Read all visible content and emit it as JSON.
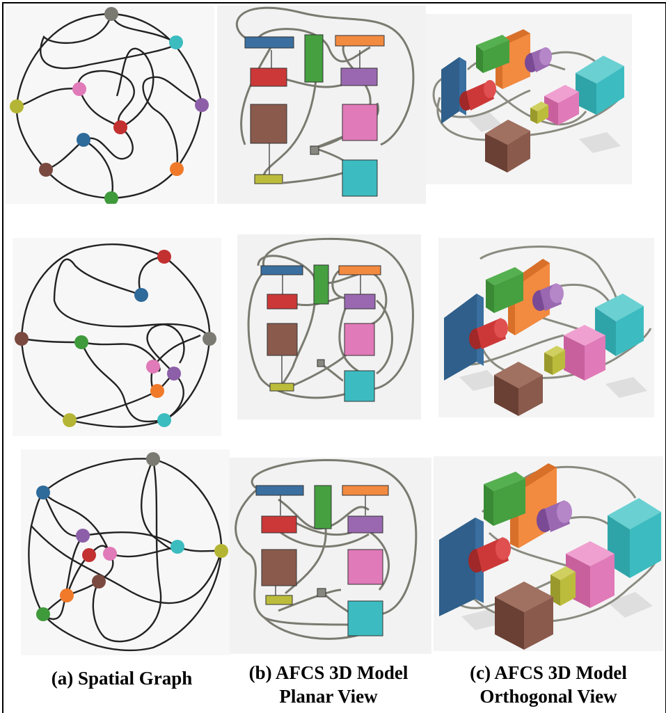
{
  "captions": {
    "a": "(a) Spatial Graph",
    "b_line1": "(b) AFCS 3D Model",
    "b_line2": "Planar View",
    "c_line1": "(c) AFCS 3D Model",
    "c_line2": "Orthogonal View"
  },
  "node_colors": {
    "gray": "#7a7a72",
    "cyan": "#3bbcbf",
    "purple": "#8c5fa8",
    "orange": "#f07a2a",
    "green": "#3e9a3a",
    "brown": "#7a4a40",
    "olive": "#b5b535",
    "pink": "#e07ab8",
    "red": "#c23030",
    "blue": "#2e6a9a"
  },
  "component_colors": {
    "blue": "#3a6fa0",
    "green": "#46a040",
    "orange": "#f28a40",
    "red": "#cc3838",
    "purple": "#9a68b0",
    "brown": "#8a5a4c",
    "pink": "#e07ab8",
    "olive": "#bcbc3c",
    "gray": "#888880",
    "cyan": "#3cbcc0"
  }
}
